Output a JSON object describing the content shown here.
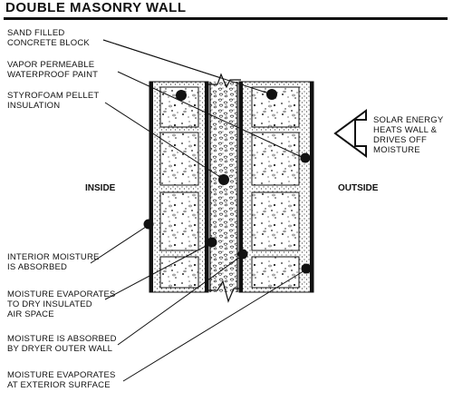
{
  "title": "DOUBLE MASONRY WALL",
  "labels": {
    "sand_filled_block": [
      "SAND FILLED",
      "CONCRETE BLOCK"
    ],
    "vapor_paint": [
      "VAPOR PERMEABLE",
      "WATERPROOF PAINT"
    ],
    "styrofoam": [
      "STYROFOAM PELLET",
      "INSULATION"
    ],
    "interior_moisture": [
      "INTERIOR MOISTURE",
      "IS ABSORBED"
    ],
    "moisture_evap_air": [
      "MOISTURE EVAPORATES",
      "TO DRY INSULATED",
      "AIR SPACE"
    ],
    "moisture_absorbed_outer": [
      "MOISTURE IS ABSORBED",
      "BY DRYER OUTER WALL"
    ],
    "moisture_evap_exterior": [
      "MOISTURE EVAPORATES",
      "AT EXTERIOR SURFACE"
    ],
    "solar_energy": [
      "SOLAR ENERGY",
      "HEATS WALL &",
      "DRIVES OFF",
      "MOISTURE"
    ]
  },
  "sides": {
    "inside": "INSIDE",
    "outside": "OUTSIDE"
  }
}
